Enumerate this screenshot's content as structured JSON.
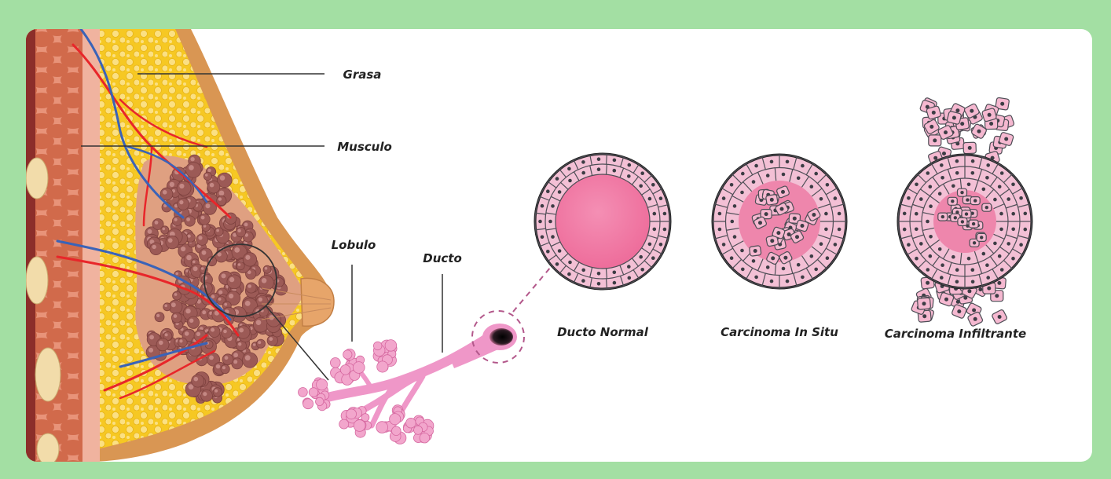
{
  "labels": {
    "grasa": "Grasa",
    "musculo": "Musculo",
    "lobulo": "Lobulo",
    "ducto": "Ducto",
    "ducto_normal": "Ducto Normal",
    "carcinoma_in_situ": "Carcinoma In Situ",
    "carcinoma_infiltrante": "Carcinoma Infiltrante"
  },
  "colors": {
    "background": "#a3dfa3",
    "panel": "#ffffff",
    "fat": "#f6c823",
    "skin": "#d99653",
    "muscle": "#d16a4b",
    "lobule": "#9c5a56",
    "duct": "#ef97c8",
    "cell": "#f5b8d0",
    "cell_border": "#4d4d55",
    "artery": "#e8262a",
    "vein": "#3a63b8",
    "leader_line": "#333333",
    "zoom_dash": "#b3588b"
  },
  "icons": [
    "breast-anatomy-illustration",
    "lobule-duct-illustration",
    "cell-cross-section-illustration"
  ]
}
